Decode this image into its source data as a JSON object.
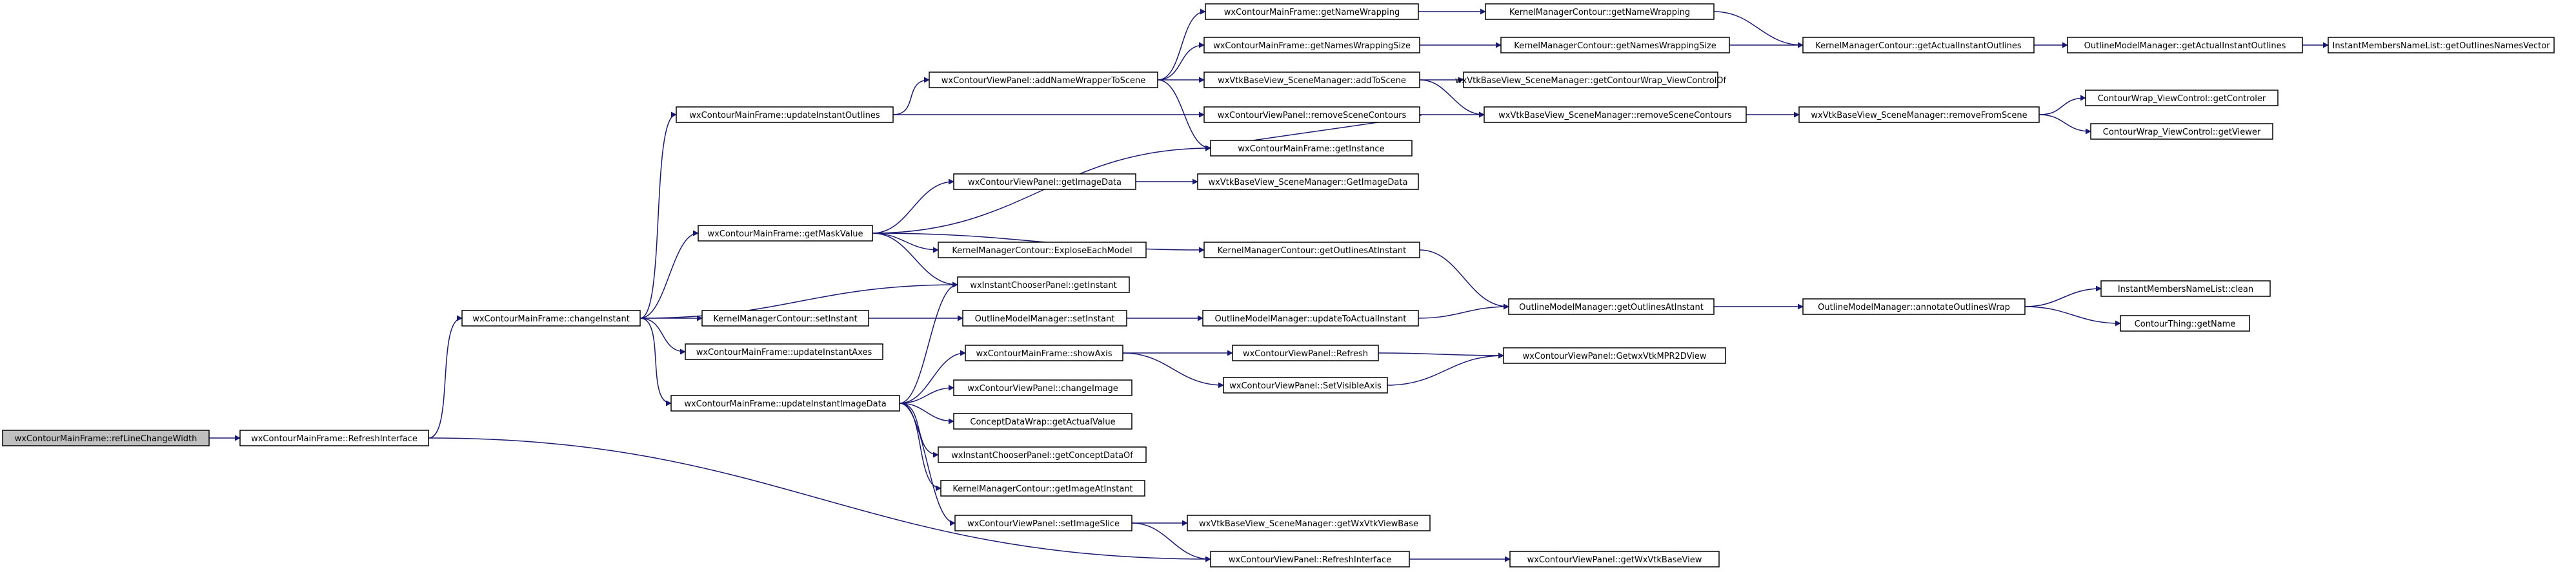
{
  "colors": {
    "edge": "#191970",
    "node_border": "#000000",
    "root_fill": "#bfbfbf",
    "node_fill": "#ffffff"
  },
  "nodes": {
    "refLineChangeWidth": "wxContourMainFrame::refLineChangeWidth",
    "RefreshInterface": "wxContourMainFrame::RefreshInterface",
    "changeInstant": "wxContourMainFrame::changeInstant",
    "updateInstantOutlines": "wxContourMainFrame::updateInstantOutlines",
    "getMaskValue": "wxContourMainFrame::getMaskValue",
    "chooserGetInstant": "wxInstantChooserPanel::getInstant",
    "kmcSetInstant": "KernelManagerContour::setInstant",
    "updateInstantAxes": "wxContourMainFrame::updateInstantAxes",
    "updateInstantImageData": "wxContourMainFrame::updateInstantImageData",
    "addNameWrapperToScene": "wxContourViewPanel::addNameWrapperToScene",
    "getNameWrapping": "wxContourMainFrame::getNameWrapping",
    "getNamesWrappingSize": "wxContourMainFrame::getNamesWrappingSize",
    "smAddToScene": "wxVtkBaseView_SceneManager::addToScene",
    "removeSceneContours": "wxContourViewPanel::removeSceneContours",
    "getInstance": "wxContourMainFrame::getInstance",
    "kmcGetNameWrapping": "KernelManagerContour::getNameWrapping",
    "kmcGetNamesWrappingSize": "KernelManagerContour::getNamesWrappingSize",
    "getContourWrapViewControlOf": "wxVtkBaseView_SceneManager::getContourWrap_ViewControlOf",
    "smRemoveSceneContours": "wxVtkBaseView_SceneManager::removeSceneContours",
    "kmcGetActualInstantOutlines": "KernelManagerContour::getActualInstantOutlines",
    "omGetActualInstantOutlines": "OutlineModelManager::getActualInstantOutlines",
    "getOutlinesNamesVector": "InstantMembersNameList::getOutlinesNamesVector",
    "removeFromScene": "wxVtkBaseView_SceneManager::removeFromScene",
    "getControler": "ContourWrap_ViewControl::getControler",
    "getViewer": "ContourWrap_ViewControl::getViewer",
    "vpGetImageData": "wxContourViewPanel::getImageData",
    "smGetImageData": "wxVtkBaseView_SceneManager::GetImageData",
    "exploseEachModel": "KernelManagerContour::ExploseEachModel",
    "kmcGetOutlinesAtInstant": "KernelManagerContour::getOutlinesAtInstant",
    "omSetInstant": "OutlineModelManager::setInstant",
    "updateToActualInstant": "OutlineModelManager::updateToActualInstant",
    "omGetOutlinesAtInstant": "OutlineModelManager::getOutlinesAtInstant",
    "annotateOutlinesWrap": "OutlineModelManager::annotateOutlinesWrap",
    "clean": "InstantMembersNameList::clean",
    "getName": "ContourThing::getName",
    "showAxis": "wxContourMainFrame::showAxis",
    "vpRefresh": "wxContourViewPanel::Refresh",
    "setVisibleAxis": "wxContourViewPanel::SetVisibleAxis",
    "getWxVtkMPR2DView": "wxContourViewPanel::GetwxVtkMPR2DView",
    "changeImage": "wxContourViewPanel::changeImage",
    "getActualValue": "ConceptDataWrap::getActualValue",
    "getConceptDataOf": "wxInstantChooserPanel::getConceptDataOf",
    "getImageAtInstant": "KernelManagerContour::getImageAtInstant",
    "setImageSlice": "wxContourViewPanel::setImageSlice",
    "getWxVtkViewBase": "wxVtkBaseView_SceneManager::getWxVtkViewBase",
    "vpRefreshInterface": "wxContourViewPanel::RefreshInterface",
    "getWxVtkBaseView": "wxContourViewPanel::getWxVtkBaseView"
  }
}
